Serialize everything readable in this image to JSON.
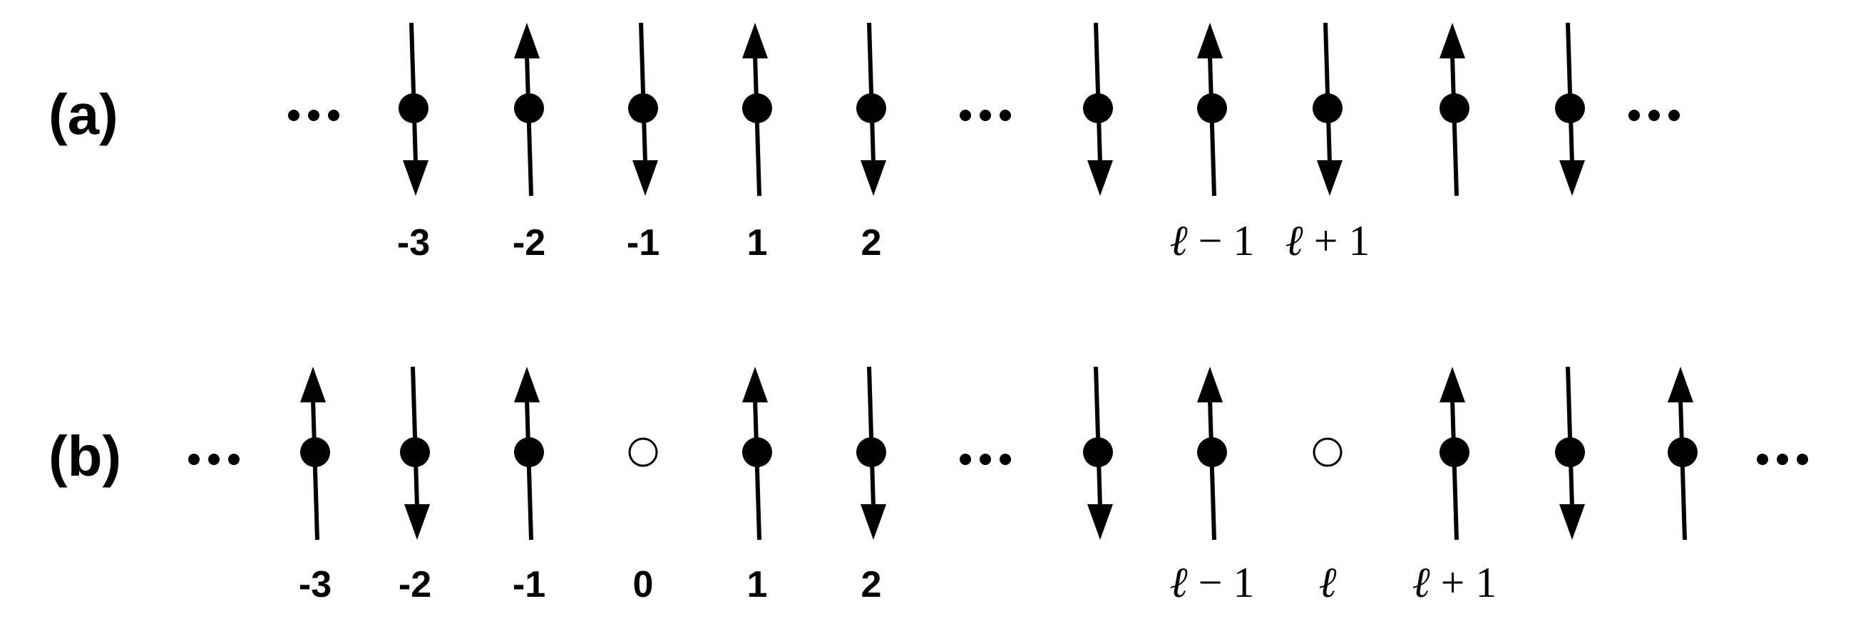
{
  "rows": [
    {
      "panel_label": "(a)",
      "elements": [
        {
          "kind": "ellipsis"
        },
        {
          "kind": "spin",
          "dir": "down"
        },
        {
          "kind": "spin",
          "dir": "up"
        },
        {
          "kind": "spin",
          "dir": "down"
        },
        {
          "kind": "spin",
          "dir": "up"
        },
        {
          "kind": "spin",
          "dir": "down"
        },
        {
          "kind": "ellipsis"
        },
        {
          "kind": "spin",
          "dir": "down"
        },
        {
          "kind": "spin",
          "dir": "up"
        },
        {
          "kind": "spin",
          "dir": "down"
        },
        {
          "kind": "spin",
          "dir": "up"
        },
        {
          "kind": "spin",
          "dir": "down"
        },
        {
          "kind": "ellipsis"
        }
      ],
      "site_labels": [
        {
          "text": "-3",
          "under": 1,
          "style": "bold"
        },
        {
          "text": "-2",
          "under": 2,
          "style": "bold"
        },
        {
          "text": "-1",
          "under": 3,
          "style": "bold"
        },
        {
          "text": "1",
          "under": 4,
          "style": "bold"
        },
        {
          "text": "2",
          "under": 5,
          "style": "bold"
        },
        {
          "ell": "ℓ",
          "rest": " − 1",
          "under": 8,
          "style": "math"
        },
        {
          "ell": "ℓ",
          "rest": " + 1",
          "under": 9,
          "style": "math"
        }
      ]
    },
    {
      "panel_label": "(b)",
      "elements": [
        {
          "kind": "ellipsis"
        },
        {
          "kind": "spin",
          "dir": "up"
        },
        {
          "kind": "spin",
          "dir": "down"
        },
        {
          "kind": "spin",
          "dir": "up"
        },
        {
          "kind": "hole"
        },
        {
          "kind": "spin",
          "dir": "up"
        },
        {
          "kind": "spin",
          "dir": "down"
        },
        {
          "kind": "ellipsis"
        },
        {
          "kind": "spin",
          "dir": "down"
        },
        {
          "kind": "spin",
          "dir": "up"
        },
        {
          "kind": "hole"
        },
        {
          "kind": "spin",
          "dir": "up"
        },
        {
          "kind": "spin",
          "dir": "down"
        },
        {
          "kind": "spin",
          "dir": "up"
        },
        {
          "kind": "ellipsis"
        }
      ],
      "site_labels": [
        {
          "text": "-3",
          "under": 1,
          "style": "bold"
        },
        {
          "text": "-2",
          "under": 2,
          "style": "bold"
        },
        {
          "text": "-1",
          "under": 3,
          "style": "bold"
        },
        {
          "text": "0",
          "under": 4,
          "style": "bold"
        },
        {
          "text": "1",
          "under": 5,
          "style": "bold"
        },
        {
          "text": "2",
          "under": 6,
          "style": "bold"
        },
        {
          "ell": "ℓ",
          "rest": " − 1",
          "under": 9,
          "style": "math"
        },
        {
          "ell": "ℓ",
          "rest": "",
          "under": 10,
          "style": "math"
        },
        {
          "ell": "ℓ",
          "rest": " + 1",
          "under": 11,
          "style": "math"
        }
      ]
    }
  ]
}
